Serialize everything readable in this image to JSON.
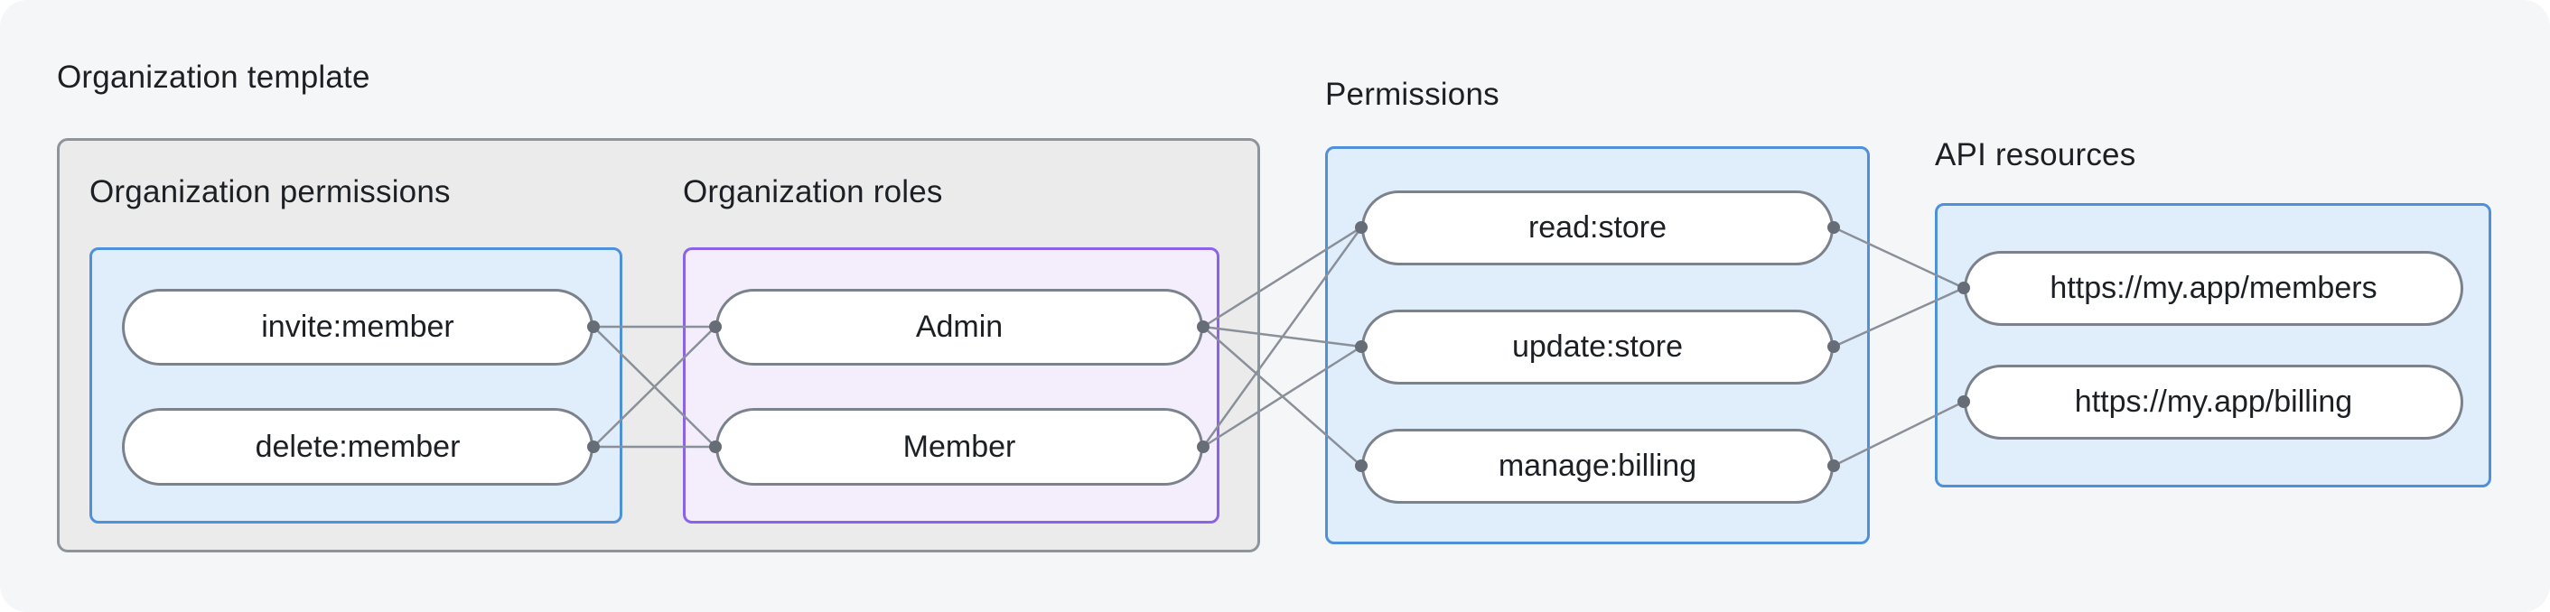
{
  "colors": {
    "canvas-bg": "#f5f6f7",
    "template-box-bg": "#ebebec",
    "template-box-border": "#8e949b",
    "blue-box-bg": "#e0edfa",
    "blue-box-border": "#4e90da",
    "purple-box-bg": "#f3edfc",
    "purple-box-border": "#8a63e8",
    "pill-bg": "#ffffff",
    "pill-border": "#7b828c",
    "line": "#8a9099",
    "dot": "#666d76",
    "text": "#1c1f23"
  },
  "diagram": {
    "organization_template": {
      "label": "Organization template",
      "organization_permissions": {
        "label": "Organization permissions",
        "items": [
          "invite:member",
          "delete:member"
        ]
      },
      "organization_roles": {
        "label": "Organization roles",
        "items": [
          "Admin",
          "Member"
        ]
      }
    },
    "permissions": {
      "label": "Permissions",
      "items": [
        "read:store",
        "update:store",
        "manage:billing"
      ]
    },
    "api_resources": {
      "label": "API resources",
      "items": [
        "https://my.app/members",
        "https://my.app/billing"
      ]
    },
    "edges": [
      [
        "invite:member",
        "Admin"
      ],
      [
        "invite:member",
        "Member"
      ],
      [
        "delete:member",
        "Admin"
      ],
      [
        "delete:member",
        "Member"
      ],
      [
        "Admin",
        "read:store"
      ],
      [
        "Admin",
        "update:store"
      ],
      [
        "Admin",
        "manage:billing"
      ],
      [
        "Member",
        "read:store"
      ],
      [
        "Member",
        "update:store"
      ],
      [
        "read:store",
        "https://my.app/members"
      ],
      [
        "update:store",
        "https://my.app/members"
      ],
      [
        "manage:billing",
        "https://my.app/billing"
      ]
    ]
  }
}
